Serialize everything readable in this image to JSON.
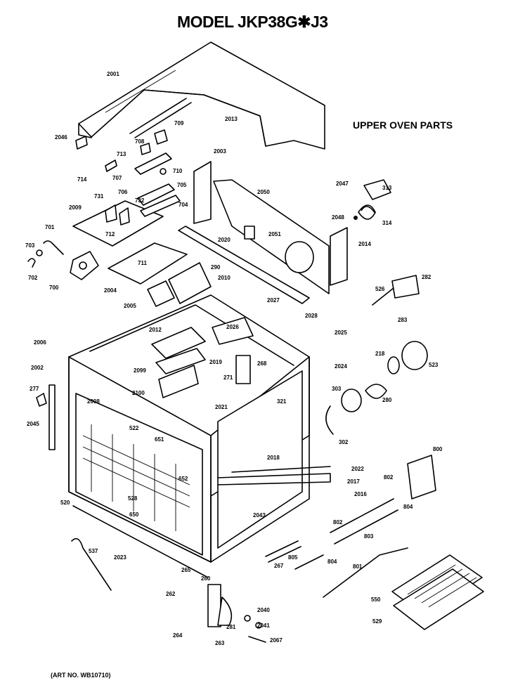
{
  "header": {
    "title": "MODEL JKP38G✱J3",
    "subtitle": "UPPER OVEN PARTS"
  },
  "footer": {
    "art_no": "(ART NO. WB10710)"
  },
  "part_labels": [
    "2001",
    "2013",
    "2046",
    "709",
    "708",
    "713",
    "714",
    "707",
    "710",
    "2003",
    "2050",
    "2047",
    "313",
    "2048",
    "314",
    "2014",
    "731",
    "732",
    "706",
    "705",
    "704",
    "2009",
    "701",
    "712",
    "703",
    "702",
    "700",
    "711",
    "2004",
    "2020",
    "2051",
    "290",
    "2010",
    "282",
    "526",
    "283",
    "2005",
    "2027",
    "2028",
    "2006",
    "2012",
    "2026",
    "2025",
    "218",
    "523",
    "2002",
    "2099",
    "2019",
    "268",
    "2024",
    "2100",
    "271",
    "303",
    "280",
    "277",
    "2008",
    "321",
    "2045",
    "522",
    "2021",
    "302",
    "651",
    "800",
    "2018",
    "2022",
    "652",
    "802",
    "2017",
    "520",
    "528",
    "2016",
    "804",
    "650",
    "2043",
    "802",
    "803",
    "537",
    "2023",
    "265",
    "805",
    "804",
    "801",
    "267",
    "260",
    "262",
    "2040",
    "550",
    "281",
    "2041",
    "529",
    "264",
    "263",
    "2067"
  ]
}
